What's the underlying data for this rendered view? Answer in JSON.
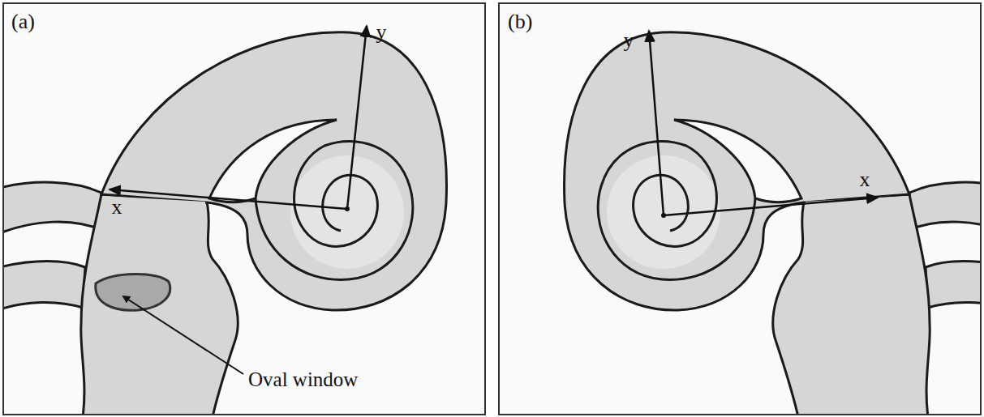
{
  "diagram": {
    "labels": [
      "(a)",
      "x",
      "y",
      "Oval window",
      "(b)",
      "y",
      "x"
    ]
  }
}
